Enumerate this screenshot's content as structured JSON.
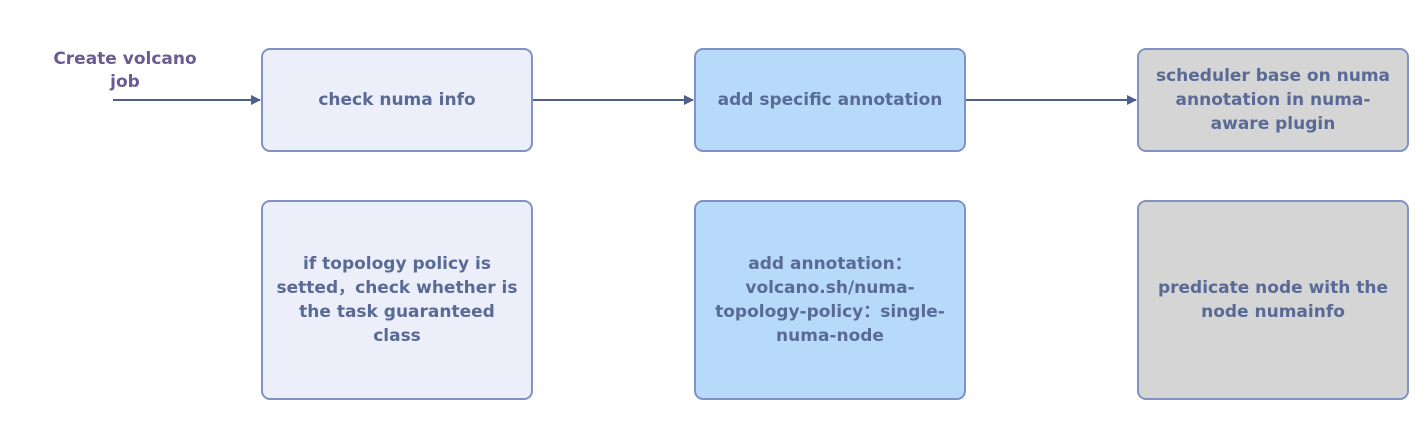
{
  "start": {
    "label": "Create volcano job"
  },
  "flow": {
    "step1": "check numa info",
    "step2": "add specific annotation",
    "step3": "scheduler base on numa annotation in numa-aware plugin"
  },
  "details": {
    "detail1": "if topology policy is setted，check whether is the task guaranteed class",
    "detail2": "add annotation：volcano.sh/numa-topology-policy：single-numa-node",
    "detail3": "predicate node with the node numainfo"
  },
  "colors": {
    "light": "#eceff9",
    "blue": "#b7dafa",
    "grey": "#d5d5d5",
    "border": "#7f93c4",
    "arrow": "#4d5f8c"
  }
}
